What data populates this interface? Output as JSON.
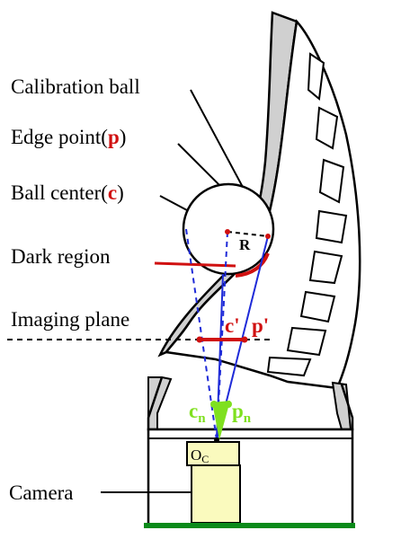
{
  "labels": {
    "calibration_ball": "Calibration ball",
    "edge_point": "Edge point(",
    "edge_point_symbol": "p",
    "edge_point_close": ")",
    "ball_center": "Ball center(",
    "ball_center_symbol": "c",
    "ball_center_close": ")",
    "dark_region": "Dark region",
    "imaging_plane": "Imaging plane",
    "camera": "Camera",
    "radius": "R",
    "c_prime": "c'",
    "p_prime": "p'",
    "c_n": "c",
    "c_n_sub": "n",
    "p_n": "p",
    "p_n_sub": "n",
    "optical_center": "O",
    "optical_center_sub": "C"
  },
  "colors": {
    "blade": "#d0d0d0",
    "accent_red": "#d01010",
    "ray_blue": "#1f2bd8",
    "projection_green": "#7fe01f",
    "camera_body": "#fafabe",
    "ground": "#0a8a1a"
  }
}
